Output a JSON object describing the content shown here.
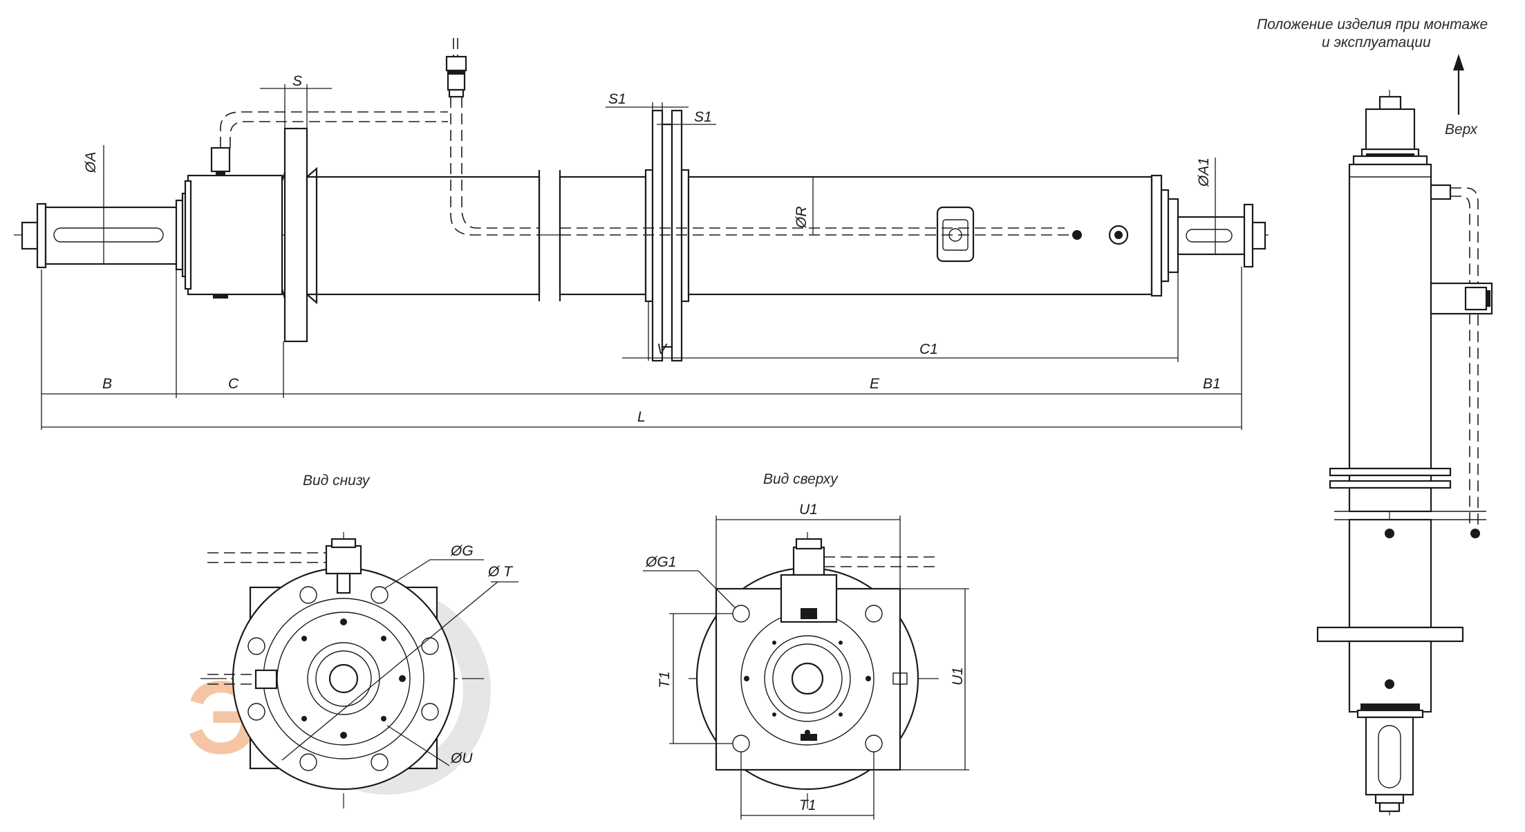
{
  "titles": {
    "bottom_view": "Вид снизу",
    "top_view": "Вид сверху",
    "position_line1": "Положение изделия при монтаже",
    "position_line2": "и эксплуатации",
    "up_label": "Верх"
  },
  "dims": {
    "S": "S",
    "S1a": "S1",
    "S1b": "S1",
    "dA": "ØA",
    "dA1": "ØA1",
    "dR": "ØR",
    "V": "V",
    "C1": "C1",
    "B": "B",
    "C": "C",
    "E": "E",
    "B1": "B1",
    "L": "L",
    "dG": "ØG",
    "dT": "Ø T",
    "dU": "ØU",
    "dG1": "ØG1",
    "U1_top": "U1",
    "U1_side": "U1",
    "T1_side": "T1",
    "T1_bottom": "T1"
  },
  "watermark": "ЭП",
  "colors": {
    "line": "#1a1a1a",
    "watermark": "#f2b287"
  }
}
